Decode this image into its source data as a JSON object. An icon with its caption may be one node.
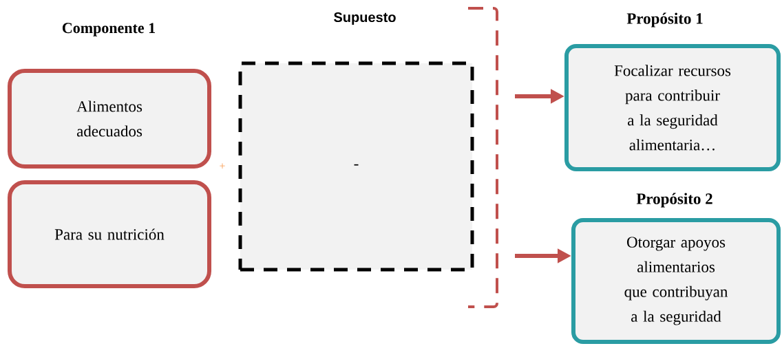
{
  "diagram": {
    "nodes": [
      {
        "text": [
          "Alimentos adecuados"
        ]
      },
      {
        "text": [
          "Para su nutrición"
        ]
      },
      {
        "text": [
          "Supuesto",
          "-"
        ]
      },
      {
        "text": [
          "Propósito 1",
          "Focalizar recursos para contribuir a la seguridad alimentaria…"
        ]
      },
      {
        "text": [
          "Propósito 2",
          "Otorgar apoyos alimentarios que contribuyan a la seguridad"
        ]
      }
    ],
    "edges": [
      {
        "from": null,
        "to": 3,
        "arrow": "to"
      },
      {
        "from": null,
        "to": 4,
        "arrow": "to"
      }
    ],
    "labels": [
      "Componente 1",
      "+"
    ]
  }
}
